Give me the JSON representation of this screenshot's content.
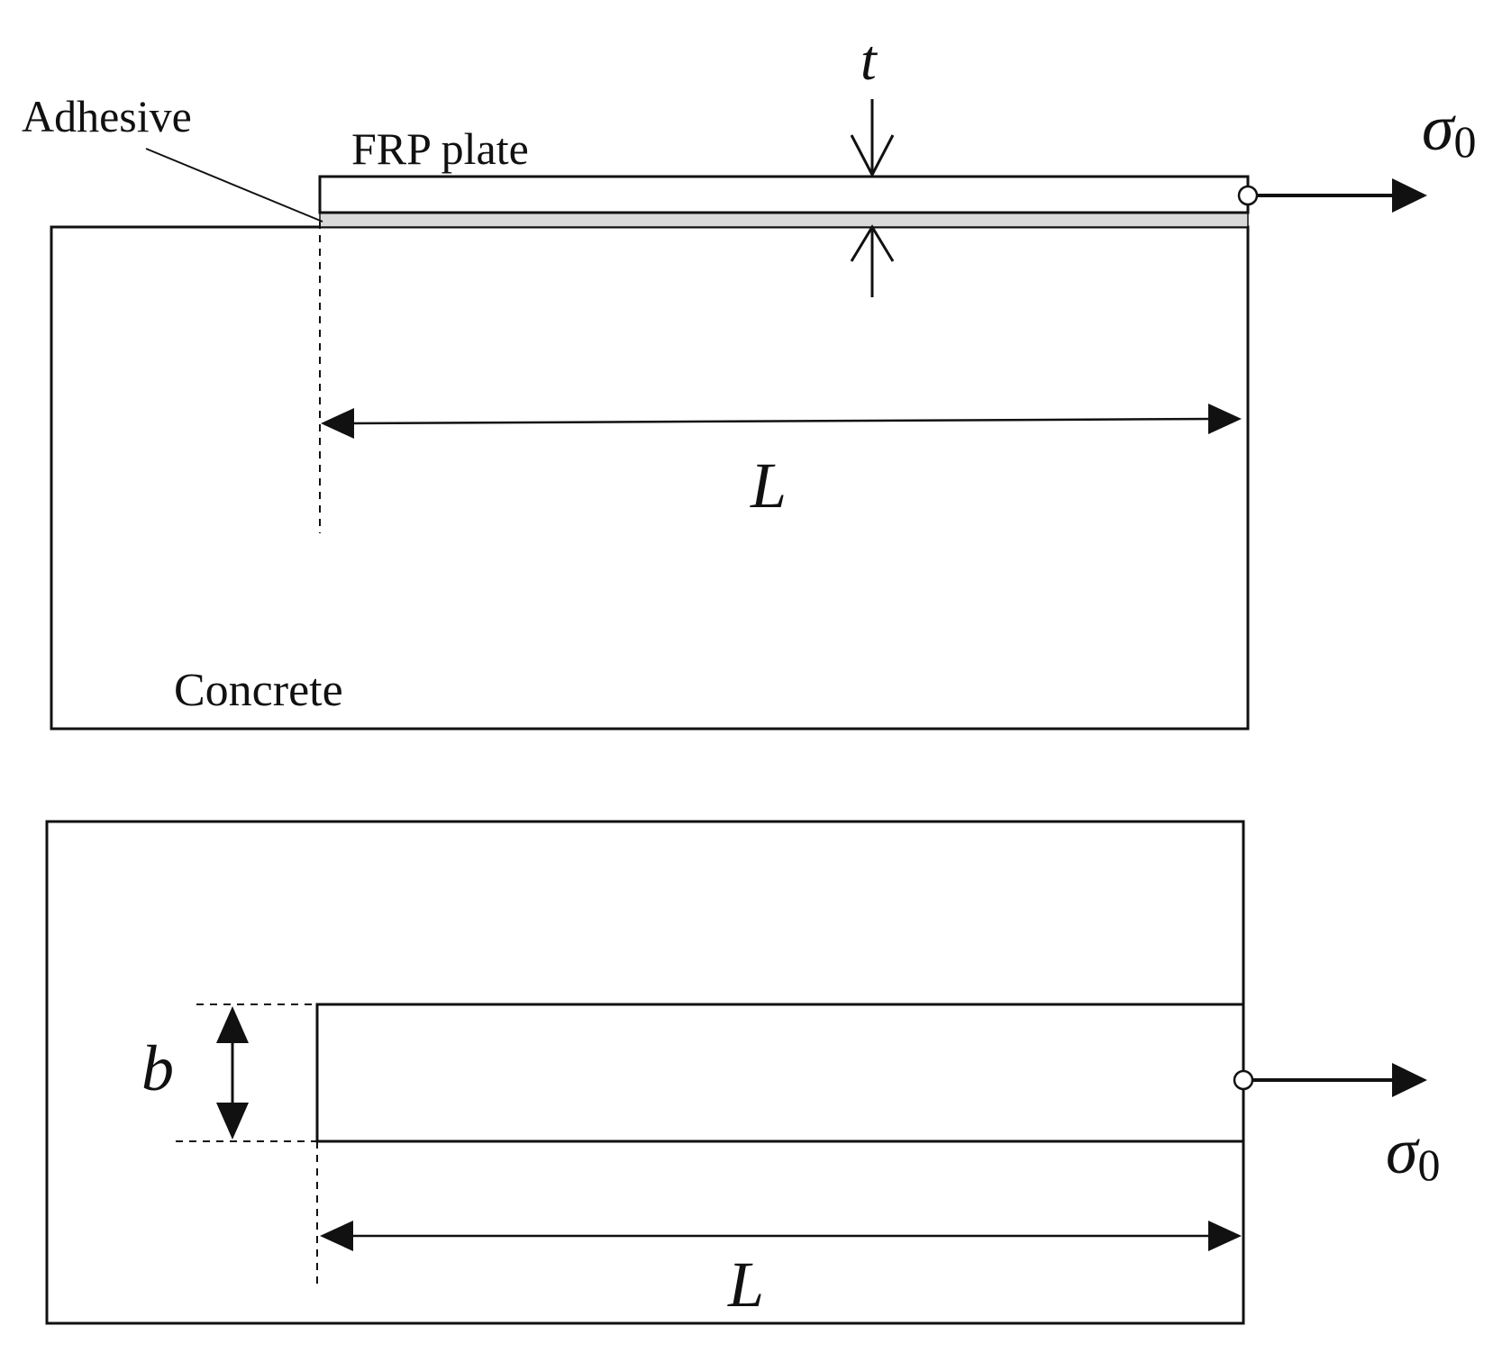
{
  "side_view": {
    "adhesive_label": "Adhesive",
    "frp_label": "FRP plate",
    "concrete_label": "Concrete",
    "thickness_label": "t",
    "length_label": "L",
    "stress_label": "σ",
    "stress_subscript": "0"
  },
  "top_view": {
    "width_label": "b",
    "length_label": "L",
    "stress_label": "σ",
    "stress_subscript": "0"
  },
  "colors": {
    "line": "#111111",
    "adhesive_fill": "#d9d9d9",
    "background": "#ffffff"
  }
}
